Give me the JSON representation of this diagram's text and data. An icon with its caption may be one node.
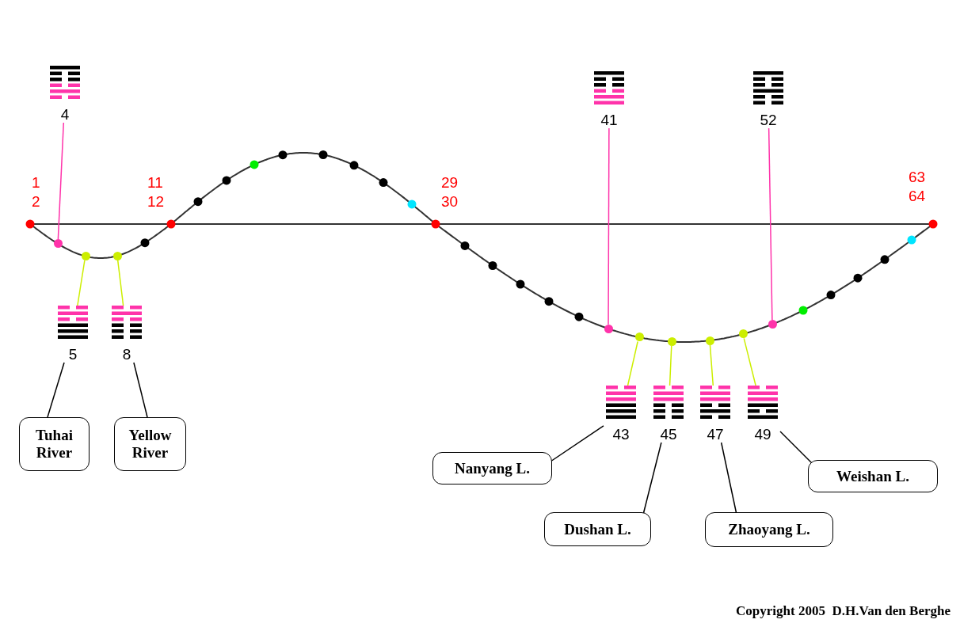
{
  "diagram": {
    "caption": "Copyright 2005  D.H.Van den Berghe",
    "nodes": [
      {
        "text": [
          "4"
        ]
      },
      {
        "text": [],
        "shape": "circle"
      },
      {
        "text": [],
        "shape": "circle"
      },
      {
        "text": [],
        "shape": "circle"
      },
      {
        "text": [
          "5"
        ]
      },
      {
        "text": [
          "8"
        ]
      },
      {
        "text": [
          "Tuhai River"
        ]
      },
      {
        "text": [
          "Yellow River"
        ]
      },
      {
        "text": [
          "41"
        ]
      },
      {
        "text": [
          "52"
        ]
      },
      {
        "text": [],
        "shape": "circle"
      },
      {
        "text": [],
        "shape": "circle"
      },
      {
        "text": [],
        "shape": "circle"
      },
      {
        "text": [],
        "shape": "circle"
      },
      {
        "text": [],
        "shape": "circle"
      },
      {
        "text": [],
        "shape": "circle"
      },
      {
        "text": [
          "43"
        ]
      },
      {
        "text": [
          "45"
        ]
      },
      {
        "text": [
          "47"
        ]
      },
      {
        "text": [
          "49"
        ]
      },
      {
        "text": [
          "Nanyang L."
        ]
      },
      {
        "text": [
          "Dushan L."
        ]
      },
      {
        "text": [
          "Zhaoyang L."
        ]
      },
      {
        "text": [
          "Weishan L."
        ]
      }
    ],
    "edges": [
      {
        "from": 0,
        "to": 1,
        "arrow": "none",
        "color": "#ff33aa"
      },
      {
        "from": 4,
        "to": 2,
        "arrow": "none",
        "color": "#ccee00"
      },
      {
        "from": 5,
        "to": 3,
        "arrow": "none",
        "color": "#ccee00"
      },
      {
        "from": 6,
        "to": 4,
        "arrow": "none",
        "color": "#000000"
      },
      {
        "from": 7,
        "to": 5,
        "arrow": "none",
        "color": "#000000"
      },
      {
        "from": 8,
        "to": 10,
        "arrow": "none",
        "color": "#ff33aa"
      },
      {
        "from": 9,
        "to": 15,
        "arrow": "none",
        "color": "#ff33aa"
      },
      {
        "from": 16,
        "to": 11,
        "arrow": "none",
        "color": "#ccee00"
      },
      {
        "from": 17,
        "to": 12,
        "arrow": "none",
        "color": "#ccee00"
      },
      {
        "from": 18,
        "to": 13,
        "arrow": "none",
        "color": "#ccee00"
      },
      {
        "from": 19,
        "to": 14,
        "arrow": "none",
        "color": "#ccee00"
      },
      {
        "from": 20,
        "to": 16,
        "arrow": "none",
        "color": "#000000"
      },
      {
        "from": 21,
        "to": 17,
        "arrow": "none",
        "color": "#000000"
      },
      {
        "from": 22,
        "to": 18,
        "arrow": "none",
        "color": "#000000"
      },
      {
        "from": 23,
        "to": 19,
        "arrow": "none",
        "color": "#000000"
      }
    ],
    "labels": [
      "1",
      "2",
      "11",
      "12",
      "29",
      "30",
      "63",
      "64"
    ]
  }
}
